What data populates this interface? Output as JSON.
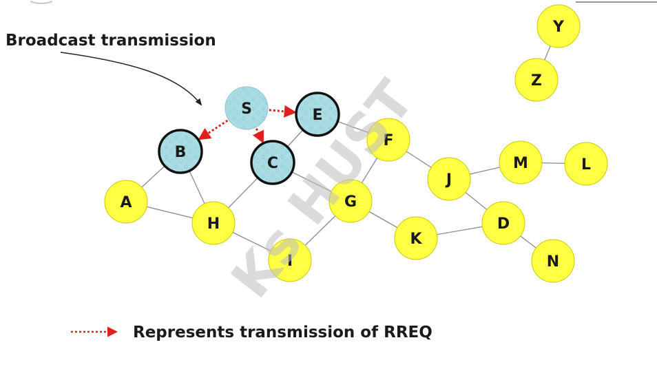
{
  "diagram": {
    "title": "Broadcast transmission",
    "legend_text": "Represents transmission of RREQ",
    "watermark": "Ks HUST",
    "colors": {
      "unvisited_fill": "#ffff44",
      "visited_fill": "#a9dde3",
      "edge": "#8a8a8a",
      "rreq_arrow": "#e0201e",
      "text": "#1a1a1a",
      "watermark": "#bdbdbd"
    },
    "nodes": [
      {
        "id": "S",
        "state": "source"
      },
      {
        "id": "E",
        "state": "received"
      },
      {
        "id": "B",
        "state": "received"
      },
      {
        "id": "C",
        "state": "received"
      },
      {
        "id": "A",
        "state": "unreached"
      },
      {
        "id": "H",
        "state": "unreached"
      },
      {
        "id": "I",
        "state": "unreached"
      },
      {
        "id": "G",
        "state": "unreached"
      },
      {
        "id": "F",
        "state": "unreached"
      },
      {
        "id": "K",
        "state": "unreached"
      },
      {
        "id": "J",
        "state": "unreached"
      },
      {
        "id": "M",
        "state": "unreached"
      },
      {
        "id": "L",
        "state": "unreached"
      },
      {
        "id": "D",
        "state": "unreached"
      },
      {
        "id": "N",
        "state": "unreached"
      },
      {
        "id": "Y",
        "state": "unreached"
      },
      {
        "id": "Z",
        "state": "unreached"
      }
    ],
    "links": [
      [
        "B",
        "A"
      ],
      [
        "B",
        "H"
      ],
      [
        "A",
        "H"
      ],
      [
        "H",
        "C"
      ],
      [
        "H",
        "I"
      ],
      [
        "C",
        "E"
      ],
      [
        "C",
        "G"
      ],
      [
        "E",
        "F"
      ],
      [
        "F",
        "G"
      ],
      [
        "F",
        "J"
      ],
      [
        "G",
        "I"
      ],
      [
        "G",
        "K"
      ],
      [
        "K",
        "D"
      ],
      [
        "J",
        "D"
      ],
      [
        "J",
        "M"
      ],
      [
        "M",
        "L"
      ],
      [
        "D",
        "N"
      ],
      [
        "Y",
        "Z"
      ]
    ],
    "rreq_transmissions": [
      [
        "S",
        "E"
      ],
      [
        "S",
        "B"
      ],
      [
        "S",
        "C"
      ]
    ]
  }
}
